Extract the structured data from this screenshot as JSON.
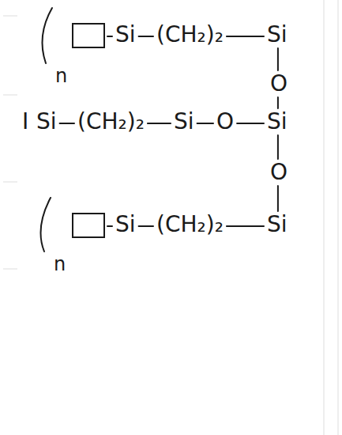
{
  "diagram": {
    "labels": [
      "n",
      "Si",
      "(CH₂)₂",
      "Si",
      "O",
      "I",
      "Si",
      "(CH₂)₂",
      "Si",
      "O",
      "Si",
      "O",
      "n",
      "Si",
      "(CH₂)₂",
      "Si"
    ]
  }
}
